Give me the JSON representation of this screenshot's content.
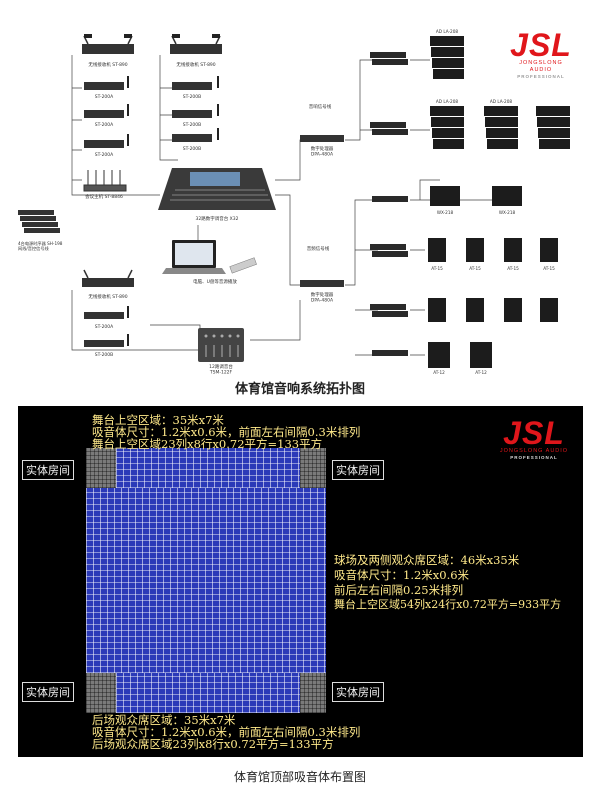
{
  "brand": {
    "logo_text": "JSL",
    "logo_sub": "JONGSLONG AUDIO",
    "logo_pro": "PROFESSIONAL",
    "logo_color": "#e0161b"
  },
  "topology": {
    "caption": "体育馆音响系统拓扑图",
    "wireless_receivers_top": [
      "无线接收机 ST-890",
      "无线接收机 ST-890"
    ],
    "handheld_left": [
      "ST-200A",
      "ST-200A",
      "ST-200A"
    ],
    "handheld_right": [
      "ST-200B",
      "ST-200B",
      "ST-200B"
    ],
    "conference": "会议主机 ST-8846",
    "mixer": "32路数字调音台 X32",
    "laptop": "电脑、U盘等音源播放",
    "wall_controller": "4台电源时序器 SH-198\n网线/音控信号线",
    "receiver_bottom": "无线接收机 ST-890",
    "handheld_bottom": [
      "ST-200A",
      "ST-200B"
    ],
    "small_mixer": "12路调音台\nTSM-122F",
    "processor_top": "数字处理器\nDPA-480A",
    "processor_bottom": "数字处理器\nDPA-480A",
    "line_top": "音响信号线",
    "line_bottom": "音频信号线",
    "speakers_line_array": [
      "AD LA-208",
      "AD LA-208",
      "AD LA-208"
    ],
    "speakers_sub": [
      "WX-218",
      "WX-218"
    ],
    "speakers_fill": [
      "AT-15",
      "AT-15",
      "AT-15",
      "AT-15"
    ],
    "speakers_small": [
      "AT-12",
      "AT-12"
    ]
  },
  "layout_plan": {
    "caption": "体育馆顶部吸音体布置图",
    "top_text": [
      "舞台上空区域：35米x7米",
      "吸音体尺寸：1.2米x0.6米，前面左右间隔0.3米排列",
      "舞台上空区域23列x8行x0.72平方=133平方"
    ],
    "right_text": [
      "球场及两侧观众席区域：46米x35米",
      "吸音体尺寸：1.2米x0.6米",
      "前后左右间隔0.25米排列",
      "舞台上空区域54列x24行x0.72平方=933平方"
    ],
    "bottom_text": [
      "后场观众席区域：35米x7米",
      "吸音体尺寸：1.2米x0.6米，前面左右间隔0.3米排列",
      "后场观众席区域23列x8行x0.72平方=133平方"
    ],
    "room_labels": [
      "实体房间",
      "实体房间",
      "实体房间",
      "实体房间"
    ],
    "panel_color": "#2b3ab8",
    "text_color": "#ffe98a"
  }
}
